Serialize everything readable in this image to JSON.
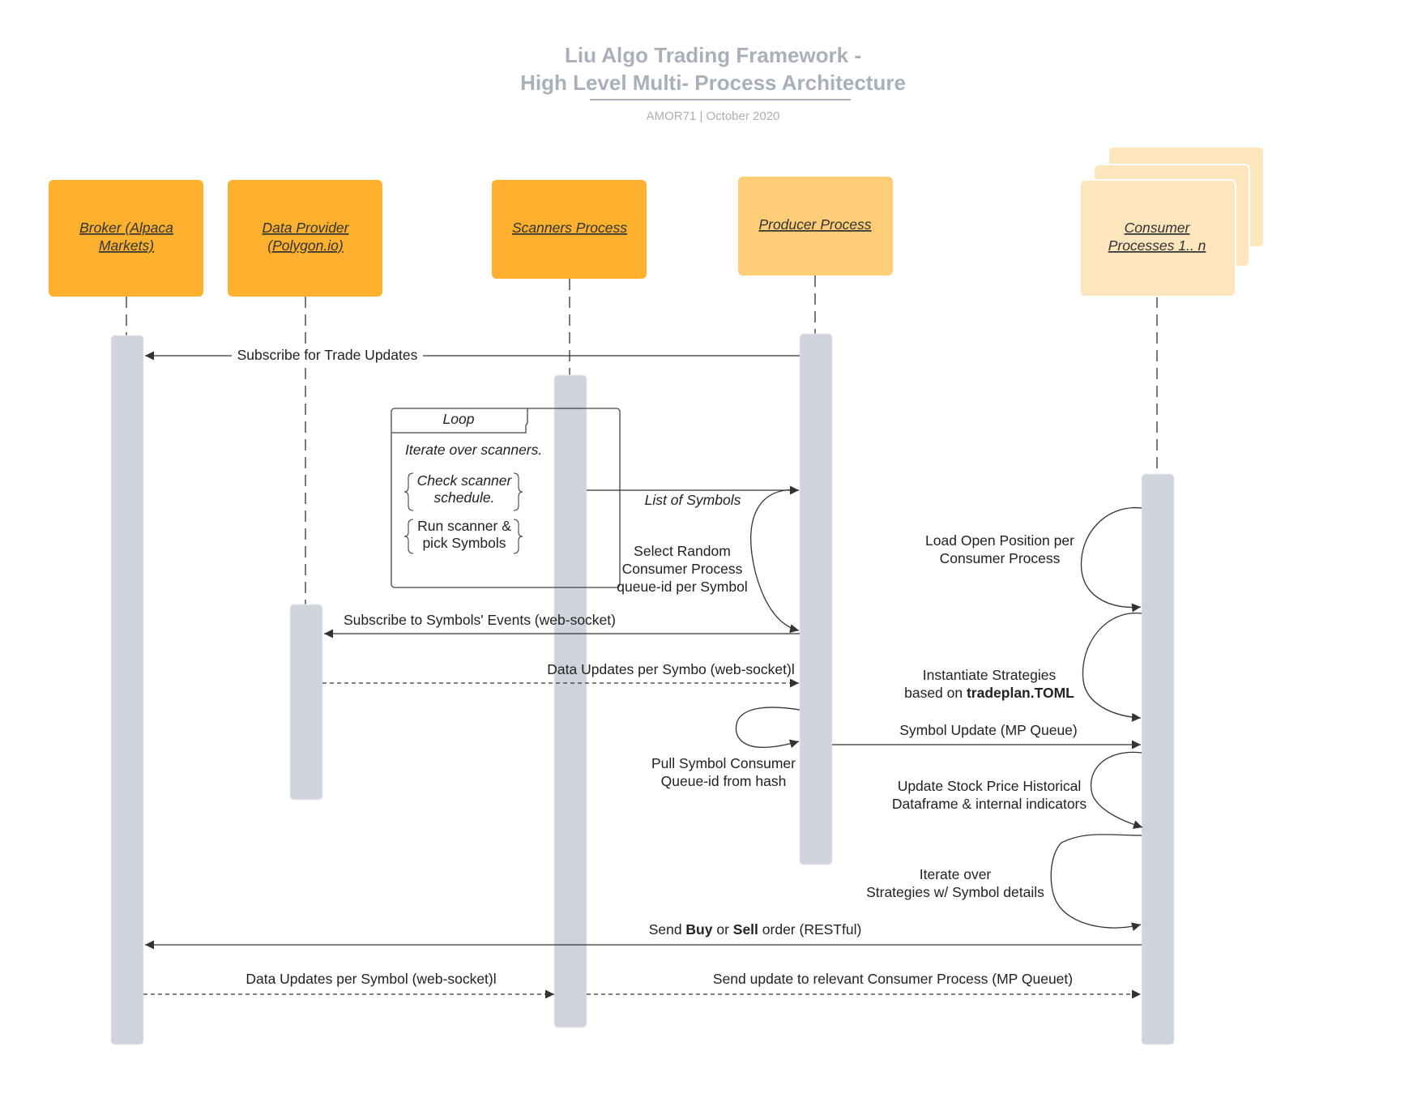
{
  "title": {
    "line1": "Liu Algo Trading Framework -",
    "line2": "High Level Multi- Process Architecture",
    "subtitle": "AMOR71  |  October 2020"
  },
  "colors": {
    "actor_dark": "#fdb12e",
    "actor_medium": "#fdcd78",
    "actor_light": "#fde5be",
    "activation_bar": "#cfd4dc",
    "line": "#333333",
    "title_gray": "#aab0ba"
  },
  "actors": {
    "broker": {
      "line1": "Broker (Alpaca",
      "line2": "Markets)"
    },
    "data_provider": {
      "line1": "Data Provider",
      "line2": "(Polygon.io)"
    },
    "scanners": {
      "label": "Scanners Process"
    },
    "producer": {
      "label": "Producer Process"
    },
    "consumer": {
      "line1": "Consumer",
      "line2": "Processes 1.. n"
    }
  },
  "loop": {
    "label": "Loop",
    "description": "Iterate over scanners.",
    "step1": {
      "line1": "Check scanner",
      "line2": "schedule."
    },
    "step2": {
      "line1": "Run scanner &",
      "line2": "pick Symbols"
    }
  },
  "messages": {
    "subscribe_trade_updates": "Subscribe  for Trade Updates",
    "list_of_symbols": "List of Symbols",
    "select_random": {
      "line1": "Select Random",
      "line2": "Consumer Process",
      "line3": "queue-id per Symbol"
    },
    "subscribe_symbol_events": "Subscribe to Symbols' Events (web-socket)",
    "data_updates_producer": "Data Updates per Symbo (web-socket)l",
    "pull_symbol": {
      "line1": "Pull  Symbol Consumer",
      "line2": "Queue-id from hash"
    },
    "load_open_position": {
      "line1": "Load Open Position per",
      "line2": "Consumer Process"
    },
    "instantiate": {
      "line1": "Instantiate Strategies",
      "line2_prefix": "based on ",
      "line2_bold": "tradeplan.TOML"
    },
    "symbol_update": "Symbol Update  (MP Queue)",
    "update_stock_price": {
      "line1": "Update Stock Price Historical",
      "line2": "Dataframe & internal indicators"
    },
    "iterate_strategies": {
      "line1": "Iterate over",
      "line2": "Strategies w/ Symbol details"
    },
    "send_order": {
      "part1": "Send ",
      "buy": "Buy",
      "part2": " or ",
      "sell": "Sell",
      "part3": " order (RESTful)"
    },
    "data_updates_scanners": "Data Updates per Symbol (web-socket)l",
    "send_update_consumer": "Send update to relevant Consumer Process (MP Queuet)"
  }
}
